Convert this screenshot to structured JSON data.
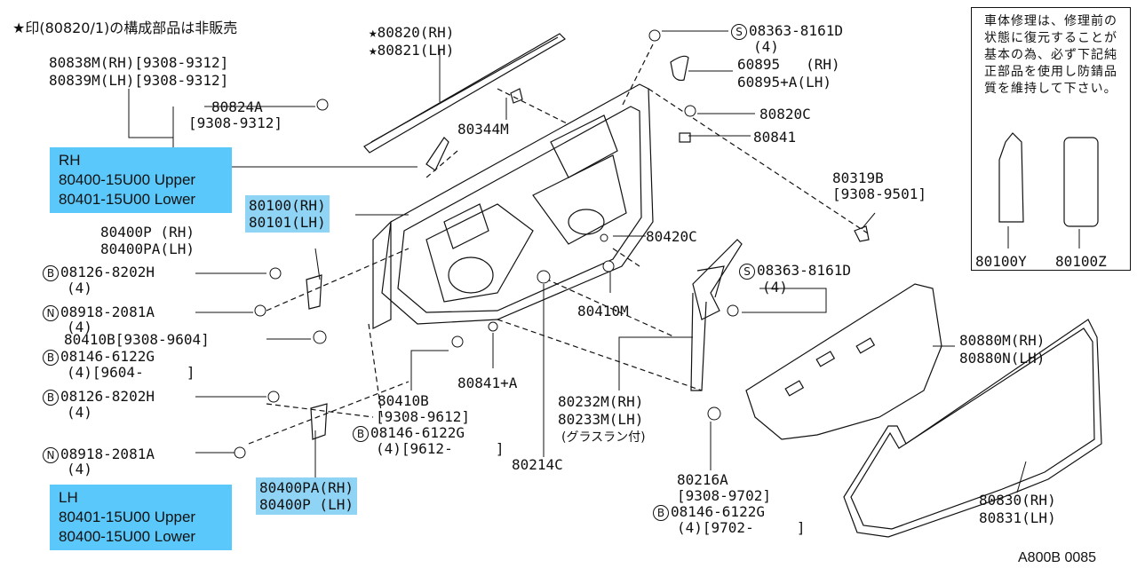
{
  "header_note": "★印(80820/1)の構成部品は非販売",
  "diagram_code": "A800B 0085",
  "note_box": {
    "text": "車体修理は、修理前の状態に復元することが基本の為、必ず下記純正部品を使用し防錆品質を維持して下さい。",
    "parts": [
      "80100Y",
      "80100Z"
    ]
  },
  "rh_box": {
    "title": "RH",
    "upper": "80400-15U00 Upper",
    "lower": "80401-15U00 Lower"
  },
  "lh_box": {
    "title": "LH",
    "upper": "80401-15U00 Upper",
    "lower": "80400-15U00 Lower"
  },
  "hl_80100": [
    "80100(RH)",
    "80101(LH)"
  ],
  "hl_80400pa": [
    "80400PA(RH)",
    "80400P (LH)"
  ],
  "labels": {
    "p80820": "★80820(RH)",
    "p80821": "★80821(LH)",
    "p80838m": "80838M(RH)[9308-9312]",
    "p80839m": "80839M(LH)[9308-9312]",
    "p80824a": "80824A",
    "p80824a_date": "[9308-9312]",
    "p80344m": "80344M",
    "s08363_top": "08363-8161D",
    "s08363_top_qty": "(4)",
    "p60895_rh": "60895   (RH)",
    "p60895_lh": "60895+A(LH)",
    "p80820c": "80820C",
    "p80841": "80841",
    "p80319b": "80319B",
    "p80319b_date": "[9308-9501]",
    "p80400p_rh": "80400P (RH)",
    "p80400pa_lh": "80400PA(LH)",
    "p80420c": "80420C",
    "b08126_top": "08126-8202H",
    "b08126_top_qty": "(4)",
    "s08363_mid": "08363-8161D",
    "s08363_mid_qty": "(4)",
    "n08918_top": "08918-2081A",
    "n08918_top_qty": "(4)",
    "p80410m": "80410M",
    "p80410b_top": "80410B[9308-9604]",
    "b08146_top": "08146-6122G",
    "b08146_top_qty": "(4)[9604-     ]",
    "p80880m": "80880M(RH)",
    "p80880n": "80880N(LH)",
    "p80841a": "80841+A",
    "b08126_bot": "08126-8202H",
    "b08126_bot_qty": "(4)",
    "p80410b_mid": "80410B",
    "p80410b_mid_date": "[9308-9612]",
    "b08146_mid": "08146-6122G",
    "b08146_mid_qty": "(4)[9612-     ]",
    "p80232m": "80232M(RH)",
    "p80233m": "80233M(LH)",
    "glass_run": "(グラスラン付)",
    "n08918_bot": "08918-2081A",
    "n08918_bot_qty": "(4)",
    "p80214c": "80214C",
    "p80216a": "80216A",
    "p80216a_date": "[9308-9702]",
    "b08146_bot": "08146-6122G",
    "b08146_bot_qty": "(4)[9702-     ]",
    "p80830": "80830(RH)",
    "p80831": "80831(LH)"
  },
  "symbols": {
    "s": "S",
    "b": "B",
    "n": "N"
  }
}
